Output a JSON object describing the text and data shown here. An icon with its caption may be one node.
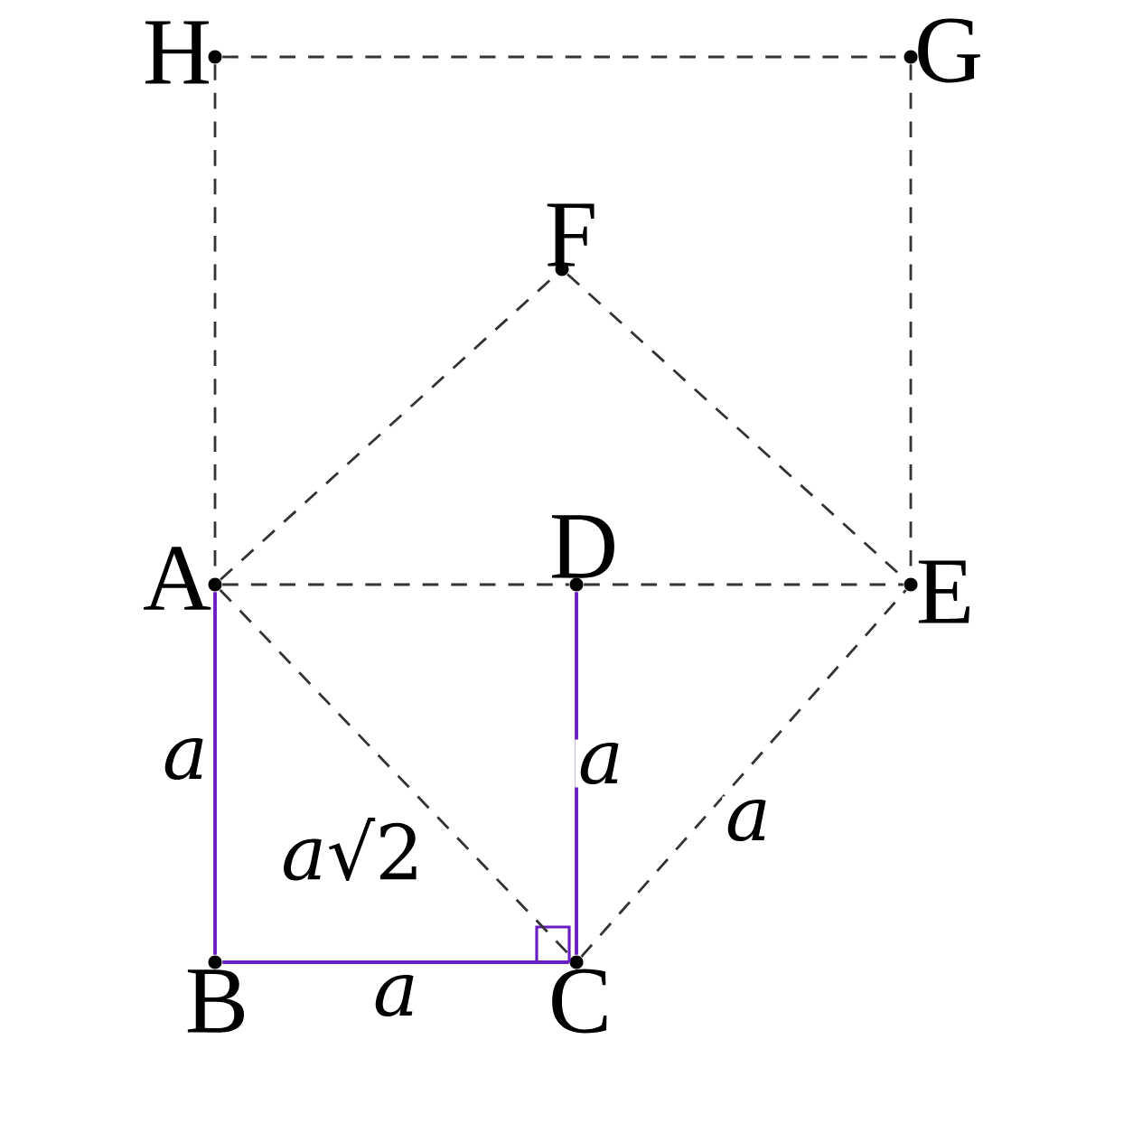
{
  "diagram": {
    "nodes": [
      {
        "text": [],
        "shape": "circle",
        "beside": [
          "H"
        ]
      },
      {
        "text": [],
        "shape": "circle",
        "beside": [
          "G"
        ]
      },
      {
        "text": [],
        "shape": "circle",
        "beside": [
          "F"
        ]
      },
      {
        "text": [],
        "shape": "circle",
        "beside": [
          "A"
        ]
      },
      {
        "text": [],
        "shape": "circle",
        "beside": [
          "D"
        ]
      },
      {
        "text": [],
        "shape": "circle",
        "beside": [
          "E"
        ]
      },
      {
        "text": [],
        "shape": "circle",
        "beside": [
          "B"
        ]
      },
      {
        "text": [],
        "shape": "circle",
        "beside": [
          "C"
        ]
      }
    ],
    "edges": [
      {
        "from": 0,
        "to": 1,
        "arrow": "none",
        "style": "dashed"
      },
      {
        "from": 0,
        "to": 3,
        "arrow": "none",
        "style": "dashed"
      },
      {
        "from": 1,
        "to": 5,
        "arrow": "none",
        "style": "dashed"
      },
      {
        "from": 3,
        "to": 2,
        "arrow": "none",
        "style": "dashed"
      },
      {
        "from": 2,
        "to": 5,
        "arrow": "none",
        "style": "dashed"
      },
      {
        "from": 3,
        "to": 4,
        "arrow": "none",
        "style": "dashed"
      },
      {
        "from": 4,
        "to": 5,
        "arrow": "none",
        "style": "dashed"
      },
      {
        "from": 3,
        "to": 7,
        "arrow": "none",
        "style": "dashed",
        "label": "*a*√2"
      },
      {
        "from": 7,
        "to": 5,
        "arrow": "none",
        "style": "dashed",
        "label": "*a*"
      },
      {
        "from": 3,
        "to": 6,
        "arrow": "none",
        "color": "#6a1fc2",
        "label": "*a*"
      },
      {
        "from": 6,
        "to": 7,
        "arrow": "none",
        "color": "#6a1fc2",
        "label": "*a*"
      },
      {
        "from": 4,
        "to": 7,
        "arrow": "none",
        "color": "#6a1fc2",
        "label": "*a*"
      }
    ]
  }
}
